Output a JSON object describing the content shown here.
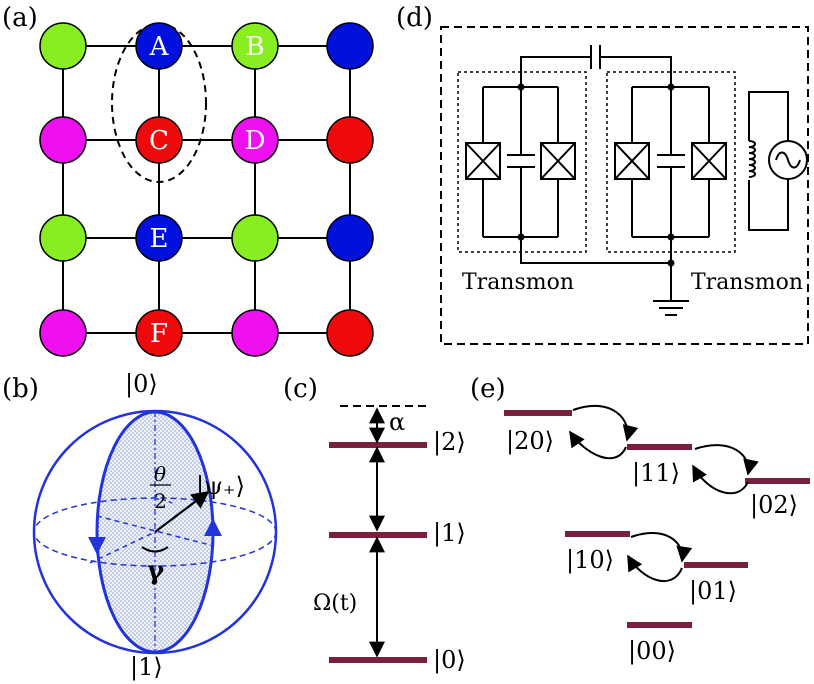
{
  "panels": {
    "a": {
      "label": "(a)",
      "grid_colors": [
        [
          "#88ee22",
          "#0010dd",
          "#88ee22",
          "#0010dd"
        ],
        [
          "#ee10ee",
          "#ee0a0a",
          "#ee10ee",
          "#ee0a0a"
        ],
        [
          "#88ee22",
          "#0010dd",
          "#88ee22",
          "#0010dd"
        ],
        [
          "#ee10ee",
          "#ee0a0a",
          "#ee10ee",
          "#ee0a0a"
        ]
      ],
      "node_labels": [
        [
          "",
          "A",
          "B",
          ""
        ],
        [
          "",
          "C",
          "D",
          ""
        ],
        [
          "",
          "E",
          "",
          ""
        ],
        [
          "",
          "F",
          "",
          ""
        ]
      ]
    },
    "b": {
      "label": "(b)",
      "top_state": "|0⟩",
      "bottom_state": "|1⟩",
      "psi_label": "|ψ₊⟩",
      "theta_num": "θ",
      "theta_den": "2",
      "gamma": "γ",
      "sphere_color": "#2233dd"
    },
    "c": {
      "label": "(c)",
      "levels": [
        "|2⟩",
        "|1⟩",
        "|0⟩"
      ],
      "alpha": "α",
      "omega": "Ω(t)",
      "level_color": "#7a1f3d"
    },
    "d": {
      "label": "(d)",
      "transmon_left": "Transmon",
      "transmon_right": "Transmon"
    },
    "e": {
      "label": "(e)",
      "states": [
        "|20⟩",
        "|11⟩",
        "|02⟩",
        "|10⟩",
        "|01⟩",
        "|00⟩"
      ],
      "level_color": "#7a1f3d"
    }
  }
}
